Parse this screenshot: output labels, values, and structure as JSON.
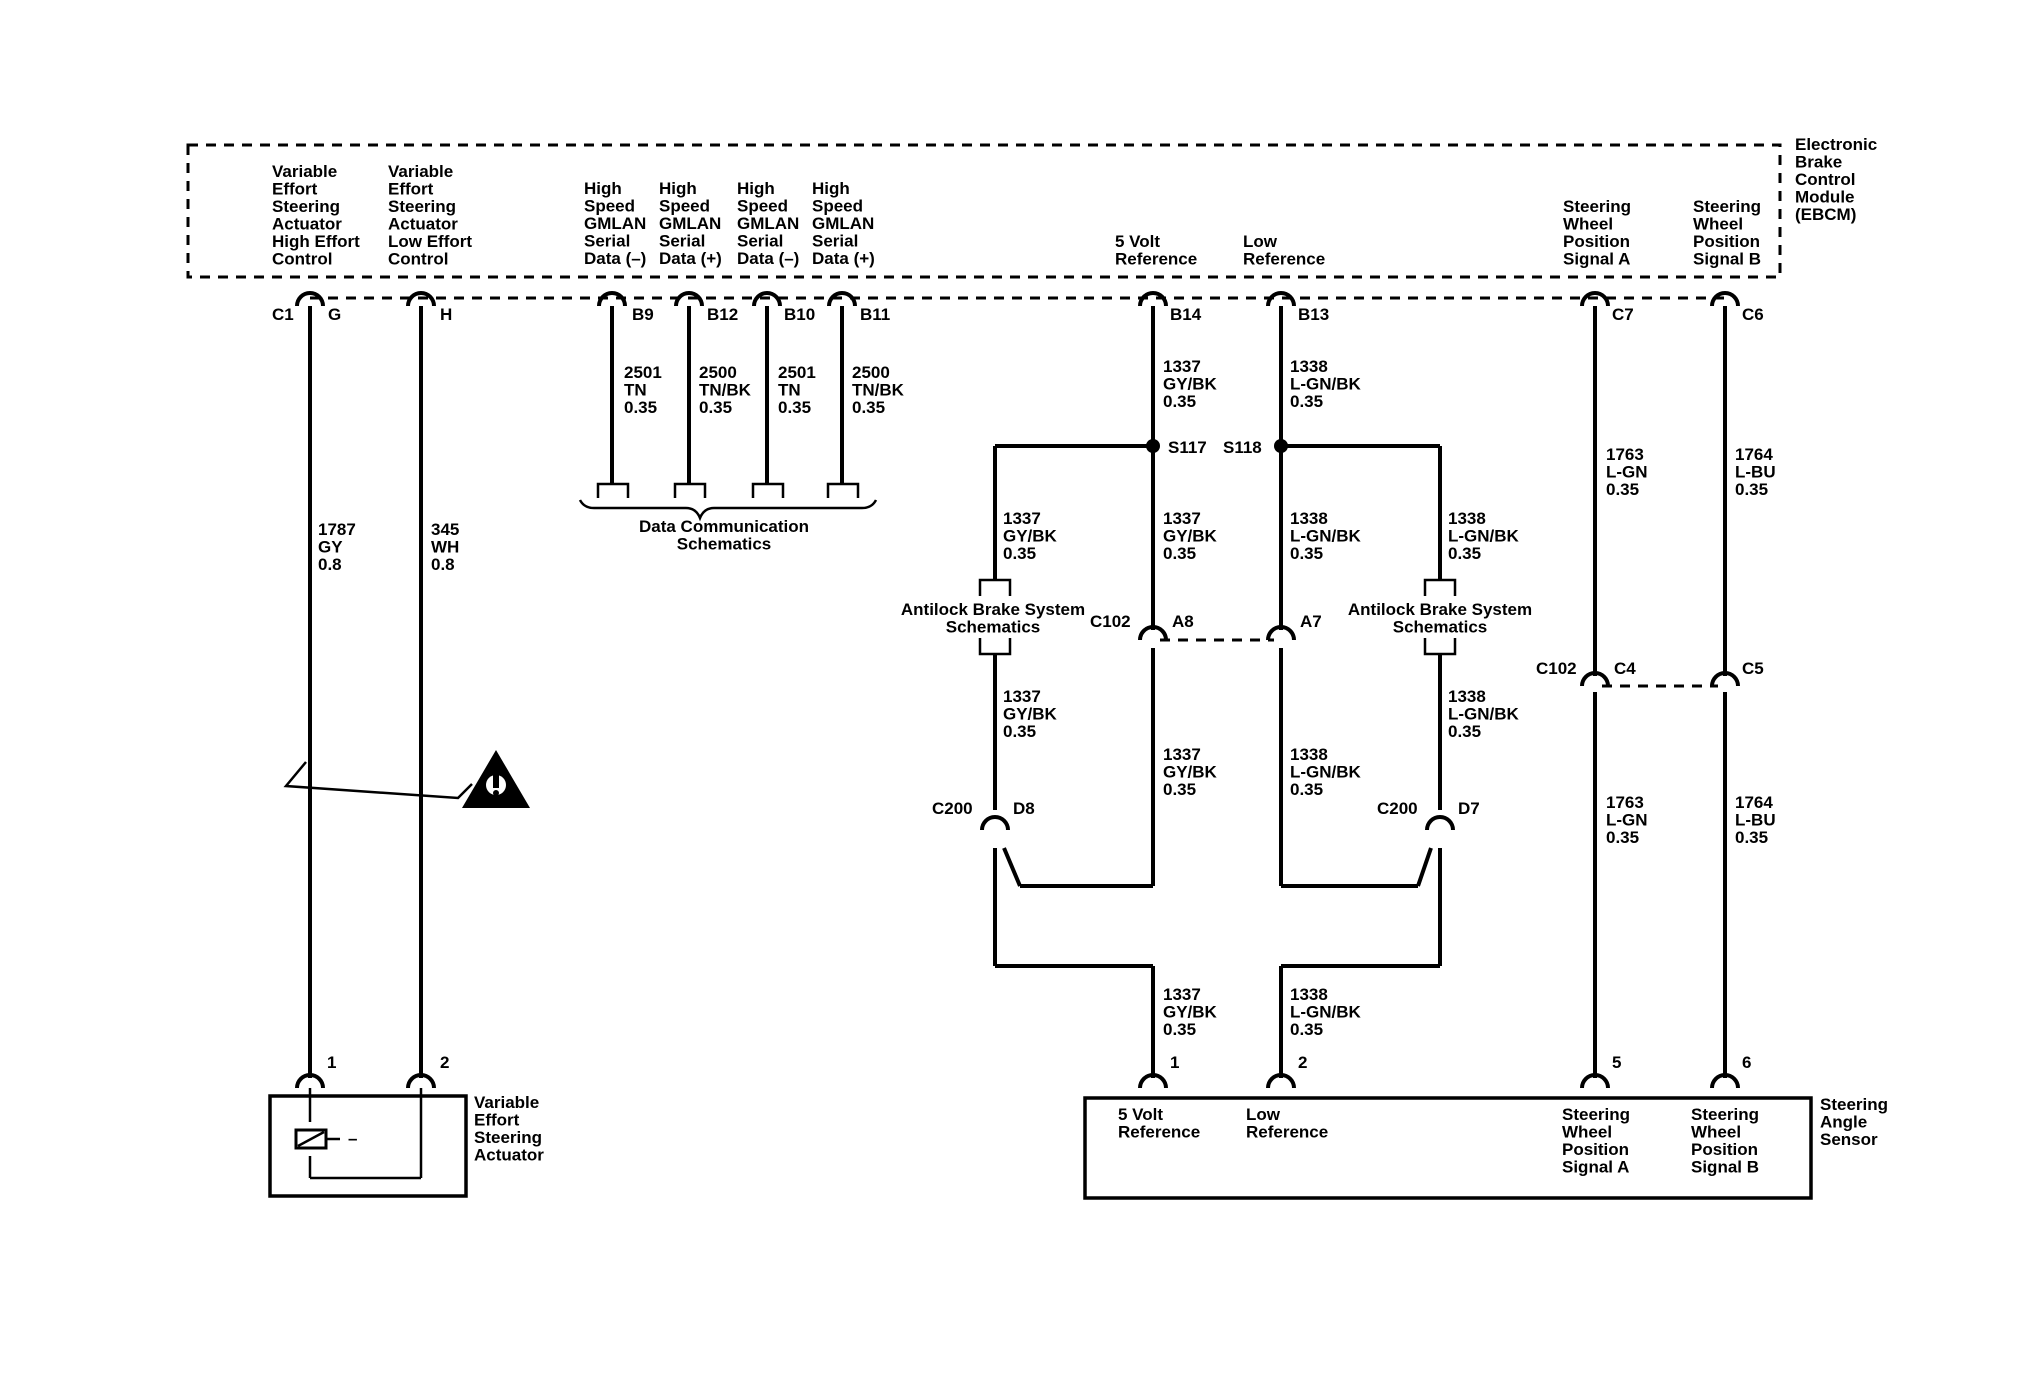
{
  "ebcm": {
    "name": [
      "Electronic",
      "Brake",
      "Control",
      "Module",
      "(EBCM)"
    ],
    "pins": {
      "hi_ctrl": [
        "Variable",
        "Effort",
        "Steering",
        "Actuator",
        "High Effort",
        "Control"
      ],
      "lo_ctrl": [
        "Variable",
        "Effort",
        "Steering",
        "Actuator",
        "Low Effort",
        "Control"
      ],
      "gm1": [
        "High",
        "Speed",
        "GMLAN",
        "Serial",
        "Data (–)"
      ],
      "gm2": [
        "High",
        "Speed",
        "GMLAN",
        "Serial",
        "Data (+)"
      ],
      "gm3": [
        "High",
        "Speed",
        "GMLAN",
        "Serial",
        "Data (–)"
      ],
      "gm4": [
        "High",
        "Speed",
        "GMLAN",
        "Serial",
        "Data (+)"
      ],
      "five_v": [
        "5 Volt",
        "Reference"
      ],
      "low_ref": [
        "Low",
        "Reference"
      ],
      "swpa": [
        "Steering",
        "Wheel",
        "Position",
        "Signal A"
      ],
      "swpb": [
        "Steering",
        "Wheel",
        "Position",
        "Signal B"
      ]
    },
    "connector": "C1",
    "terminals": {
      "g": "G",
      "h": "H",
      "b9": "B9",
      "b12": "B12",
      "b10": "B10",
      "b11": "B11",
      "b14": "B14",
      "b13": "B13",
      "c7": "C7",
      "c6": "C6"
    }
  },
  "wires": {
    "w1787": [
      "1787",
      "GY",
      "0.8"
    ],
    "w345": [
      "345",
      "WH",
      "0.8"
    ],
    "w2501a": [
      "2501",
      "TN",
      "0.35"
    ],
    "w2500a": [
      "2500",
      "TN/BK",
      "0.35"
    ],
    "w2501b": [
      "2501",
      "TN",
      "0.35"
    ],
    "w2500b": [
      "2500",
      "TN/BK",
      "0.35"
    ],
    "w1337": [
      "1337",
      "GY/BK",
      "0.35"
    ],
    "w1338": [
      "1338",
      "L-GN/BK",
      "0.35"
    ],
    "w1763": [
      "1763",
      "L-GN",
      "0.35"
    ],
    "w1764": [
      "1764",
      "L-BU",
      "0.35"
    ]
  },
  "splices": {
    "s117": "S117",
    "s118": "S118"
  },
  "data_comm": [
    "Data Communication",
    "Schematics"
  ],
  "abs": [
    "Antilock Brake System",
    "Schematics"
  ],
  "c102": {
    "name": "C102",
    "a8": "A8",
    "a7": "A7",
    "c4": "C4",
    "c5": "C5"
  },
  "c200": {
    "name": "C200",
    "d8": "D8",
    "d7": "D7"
  },
  "actuator": {
    "name": [
      "Variable",
      "Effort",
      "Steering",
      "Actuator"
    ],
    "pin1": "1",
    "pin2": "2",
    "dash": "–"
  },
  "sas": {
    "name": [
      "Steering",
      "Angle",
      "Sensor"
    ],
    "pin1": "1",
    "pin2": "2",
    "pin5": "5",
    "pin6": "6",
    "lbl1": [
      "5 Volt",
      "Reference"
    ],
    "lbl2": [
      "Low",
      "Reference"
    ],
    "lbl5": [
      "Steering",
      "Wheel",
      "Position",
      "Signal A"
    ],
    "lbl6": [
      "Steering",
      "Wheel",
      "Position",
      "Signal B"
    ]
  }
}
